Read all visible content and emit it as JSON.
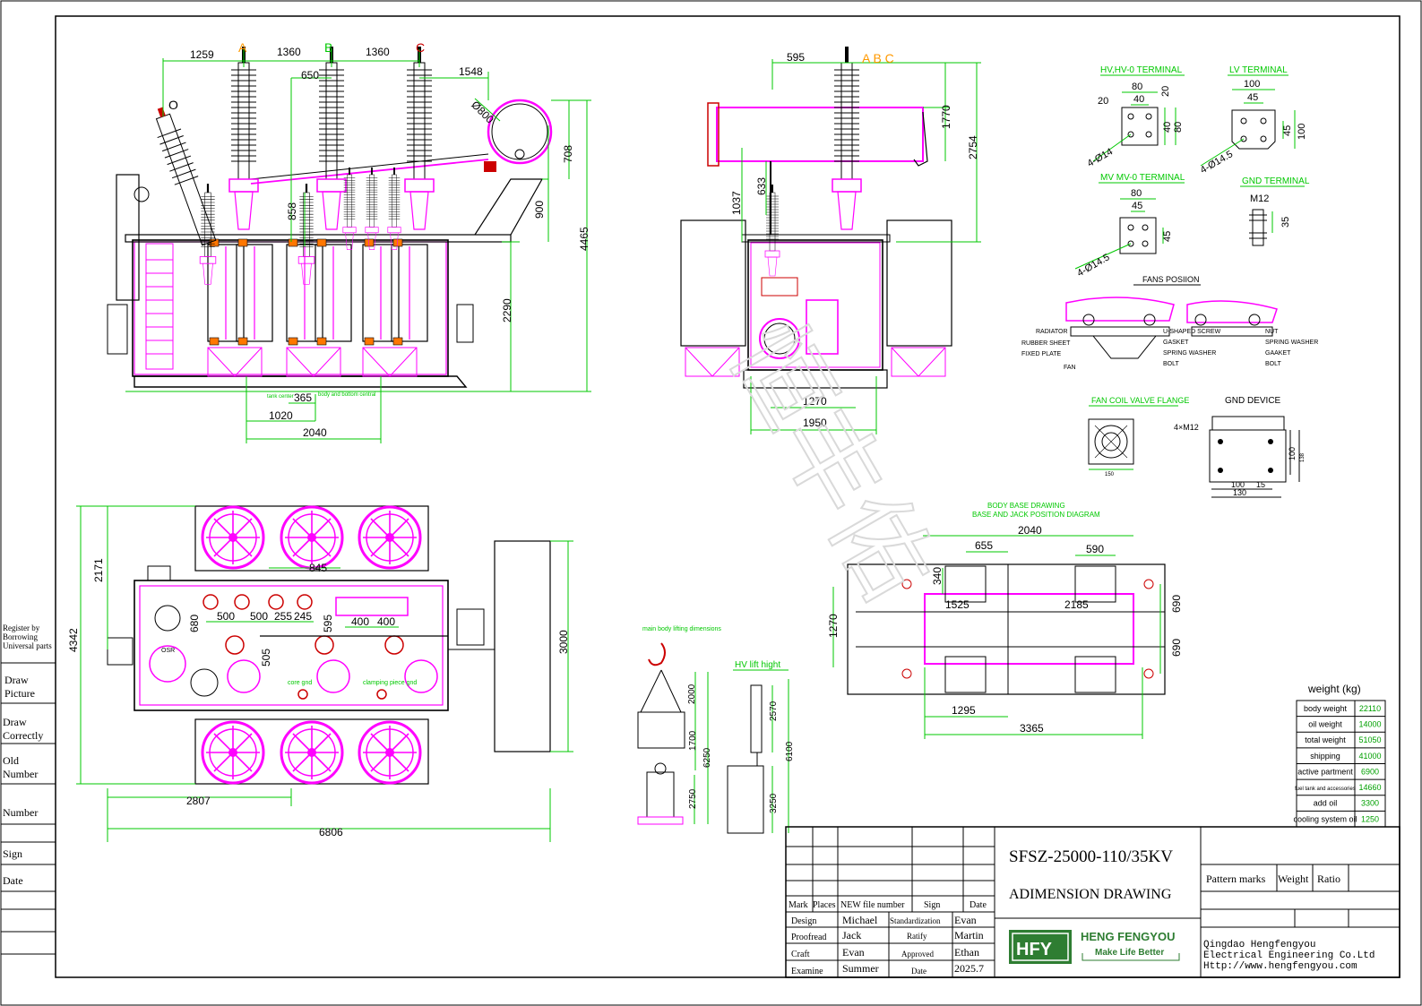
{
  "colors": {
    "dim": "#00c800",
    "part": "#ff00ff",
    "line": "#000000",
    "detail": "#cc0000",
    "logo": "#2e7d32"
  },
  "front_view": {
    "phase_labels": [
      "A",
      "B",
      "C"
    ],
    "neutral_label": "O",
    "dims": {
      "d1259": "1259",
      "d1360a": "1360",
      "d1360b": "1360",
      "d1548": "1548",
      "d650": "650",
      "d800": "Ø800",
      "d708": "708",
      "d900": "900",
      "d858": "858",
      "d4465": "4465",
      "d2290": "2290",
      "d365": "365",
      "d1020": "1020",
      "d2040": "2040"
    },
    "notes": {
      "tank": "tank center",
      "body": "body and bottom central"
    }
  },
  "side_view": {
    "phase_labels": "A B C",
    "dims": {
      "d595": "595",
      "d1770": "1770",
      "d2754": "2754",
      "d1037": "1037",
      "d633": "633",
      "d1270": "1270",
      "d1950": "1950"
    }
  },
  "terminals": {
    "hv": {
      "title": "HV,HV-0 TERMINAL",
      "d80": "80",
      "d40": "40",
      "d20a": "20",
      "d20b": "20",
      "d40b": "40",
      "d80b": "80",
      "holes": "4-Ø14"
    },
    "lv": {
      "title": "LV TERMINAL",
      "d100": "100",
      "d45": "45",
      "d45b": "45",
      "d100b": "100",
      "holes": "4-Ø14.5"
    },
    "mv": {
      "title": "MV MV-0 TERMINAL",
      "d80": "80",
      "d45": "45",
      "d45b": "45",
      "holes": "4-Ø14.5"
    },
    "gnd": {
      "title": "GND TERMINAL",
      "bolt": "M12",
      "d35": "35"
    }
  },
  "fans": {
    "title": "FANS POSIION",
    "labels_left": [
      "RADIATOR",
      "RUBBER SHEET",
      "FIXED PLATE",
      "FAN"
    ],
    "labels_mid": [
      "U-SHAPED SCREW",
      "GASKET",
      "SPRING WASHER",
      "BOLT"
    ],
    "labels_right": [
      "NUT",
      "SPRING WASHER",
      "GAAKET",
      "BOLT"
    ]
  },
  "flange": {
    "title": "FAN COIL VALVE FLANGE",
    "d150": "150"
  },
  "gnd_device": {
    "title": "GND DEVICE",
    "bolt": "4×M12",
    "d100": "100",
    "d15": "15",
    "d130": "130",
    "d100v": "100",
    "d138": "138"
  },
  "plan_view": {
    "dims": {
      "d2171": "2171",
      "d4342": "4342",
      "d3000": "3000",
      "d845": "845",
      "d500a": "500",
      "d500b": "500",
      "d255": "255",
      "d245": "245",
      "d400a": "400",
      "d400b": "400",
      "d680": "680",
      "d595": "595",
      "d505": "505",
      "d2807": "2807",
      "d6806": "6806"
    },
    "notes": {
      "core": "core gnd",
      "clamp": "clamping piece gnd",
      "osr": "OSR"
    }
  },
  "base_view": {
    "title1": "BODY BASE DRAWING",
    "title2": "BASE AND JACK POSITION DIAGRAM",
    "dims": {
      "d2040": "2040",
      "d655": "655",
      "d590": "590",
      "d340": "340",
      "d1525": "1525",
      "d2185": "2185",
      "d1270": "1270",
      "d690a": "690",
      "d690b": "690",
      "d1295": "1295",
      "d3365": "3365"
    }
  },
  "lifting": {
    "title": "main body lifting dimensions",
    "d2000": "2000",
    "d1700": "1700",
    "d6250": "6250",
    "d2750": "2750"
  },
  "hv_lift": {
    "title": "HV lift hight",
    "d2570": "2570",
    "d6100": "6100",
    "d3250": "3250"
  },
  "weights": {
    "title": "weight (kg)",
    "rows": [
      {
        "label": "body weight",
        "value": "22110"
      },
      {
        "label": "oil weight",
        "value": "14000"
      },
      {
        "label": "total weight",
        "value": "51050"
      },
      {
        "label": "shipping",
        "value": "41000"
      },
      {
        "label": "active partment",
        "value": "6900"
      },
      {
        "label": "fuel tank and accessories",
        "value": "14660"
      },
      {
        "label": "add oil",
        "value": "3300"
      },
      {
        "label": "cooling system oil",
        "value": "1250"
      }
    ]
  },
  "left_margin": {
    "register": [
      "Register by",
      "Borrowing",
      "Universal parts"
    ],
    "rows": [
      [
        "Draw",
        "Picture"
      ],
      [
        "Draw",
        "Correctly"
      ],
      [
        "Old",
        "Number"
      ],
      [
        "Number"
      ],
      [
        "Sign"
      ],
      [
        "Date"
      ]
    ]
  },
  "title_block": {
    "model": "SFSZ-25000-110/35KV",
    "drawing_type": "ADIMENSION DRAWING",
    "header": [
      "Mark",
      "Places",
      "NEW file number",
      "Sign",
      "Date"
    ],
    "rows": [
      [
        "Design",
        "Michael",
        "Standardization",
        "Evan"
      ],
      [
        "Proofread",
        "Jack",
        "Ratify",
        "Martin"
      ],
      [
        "Craft",
        "Evan",
        "Approved",
        "Ethan"
      ],
      [
        "Examine",
        "Summer",
        "Date",
        "2025.7"
      ]
    ],
    "pattern": [
      "Pattern marks",
      "Weight",
      "Ratio"
    ],
    "logo": "HFY",
    "brand": "HENG FENGYOU",
    "slogan": "Make Life Better",
    "company": [
      "Qingdao Hengfengyou",
      "Electrical Engineering Co.Ltd",
      "Http://www.hengfengyou.com"
    ]
  },
  "watermark": "恒丰佑"
}
